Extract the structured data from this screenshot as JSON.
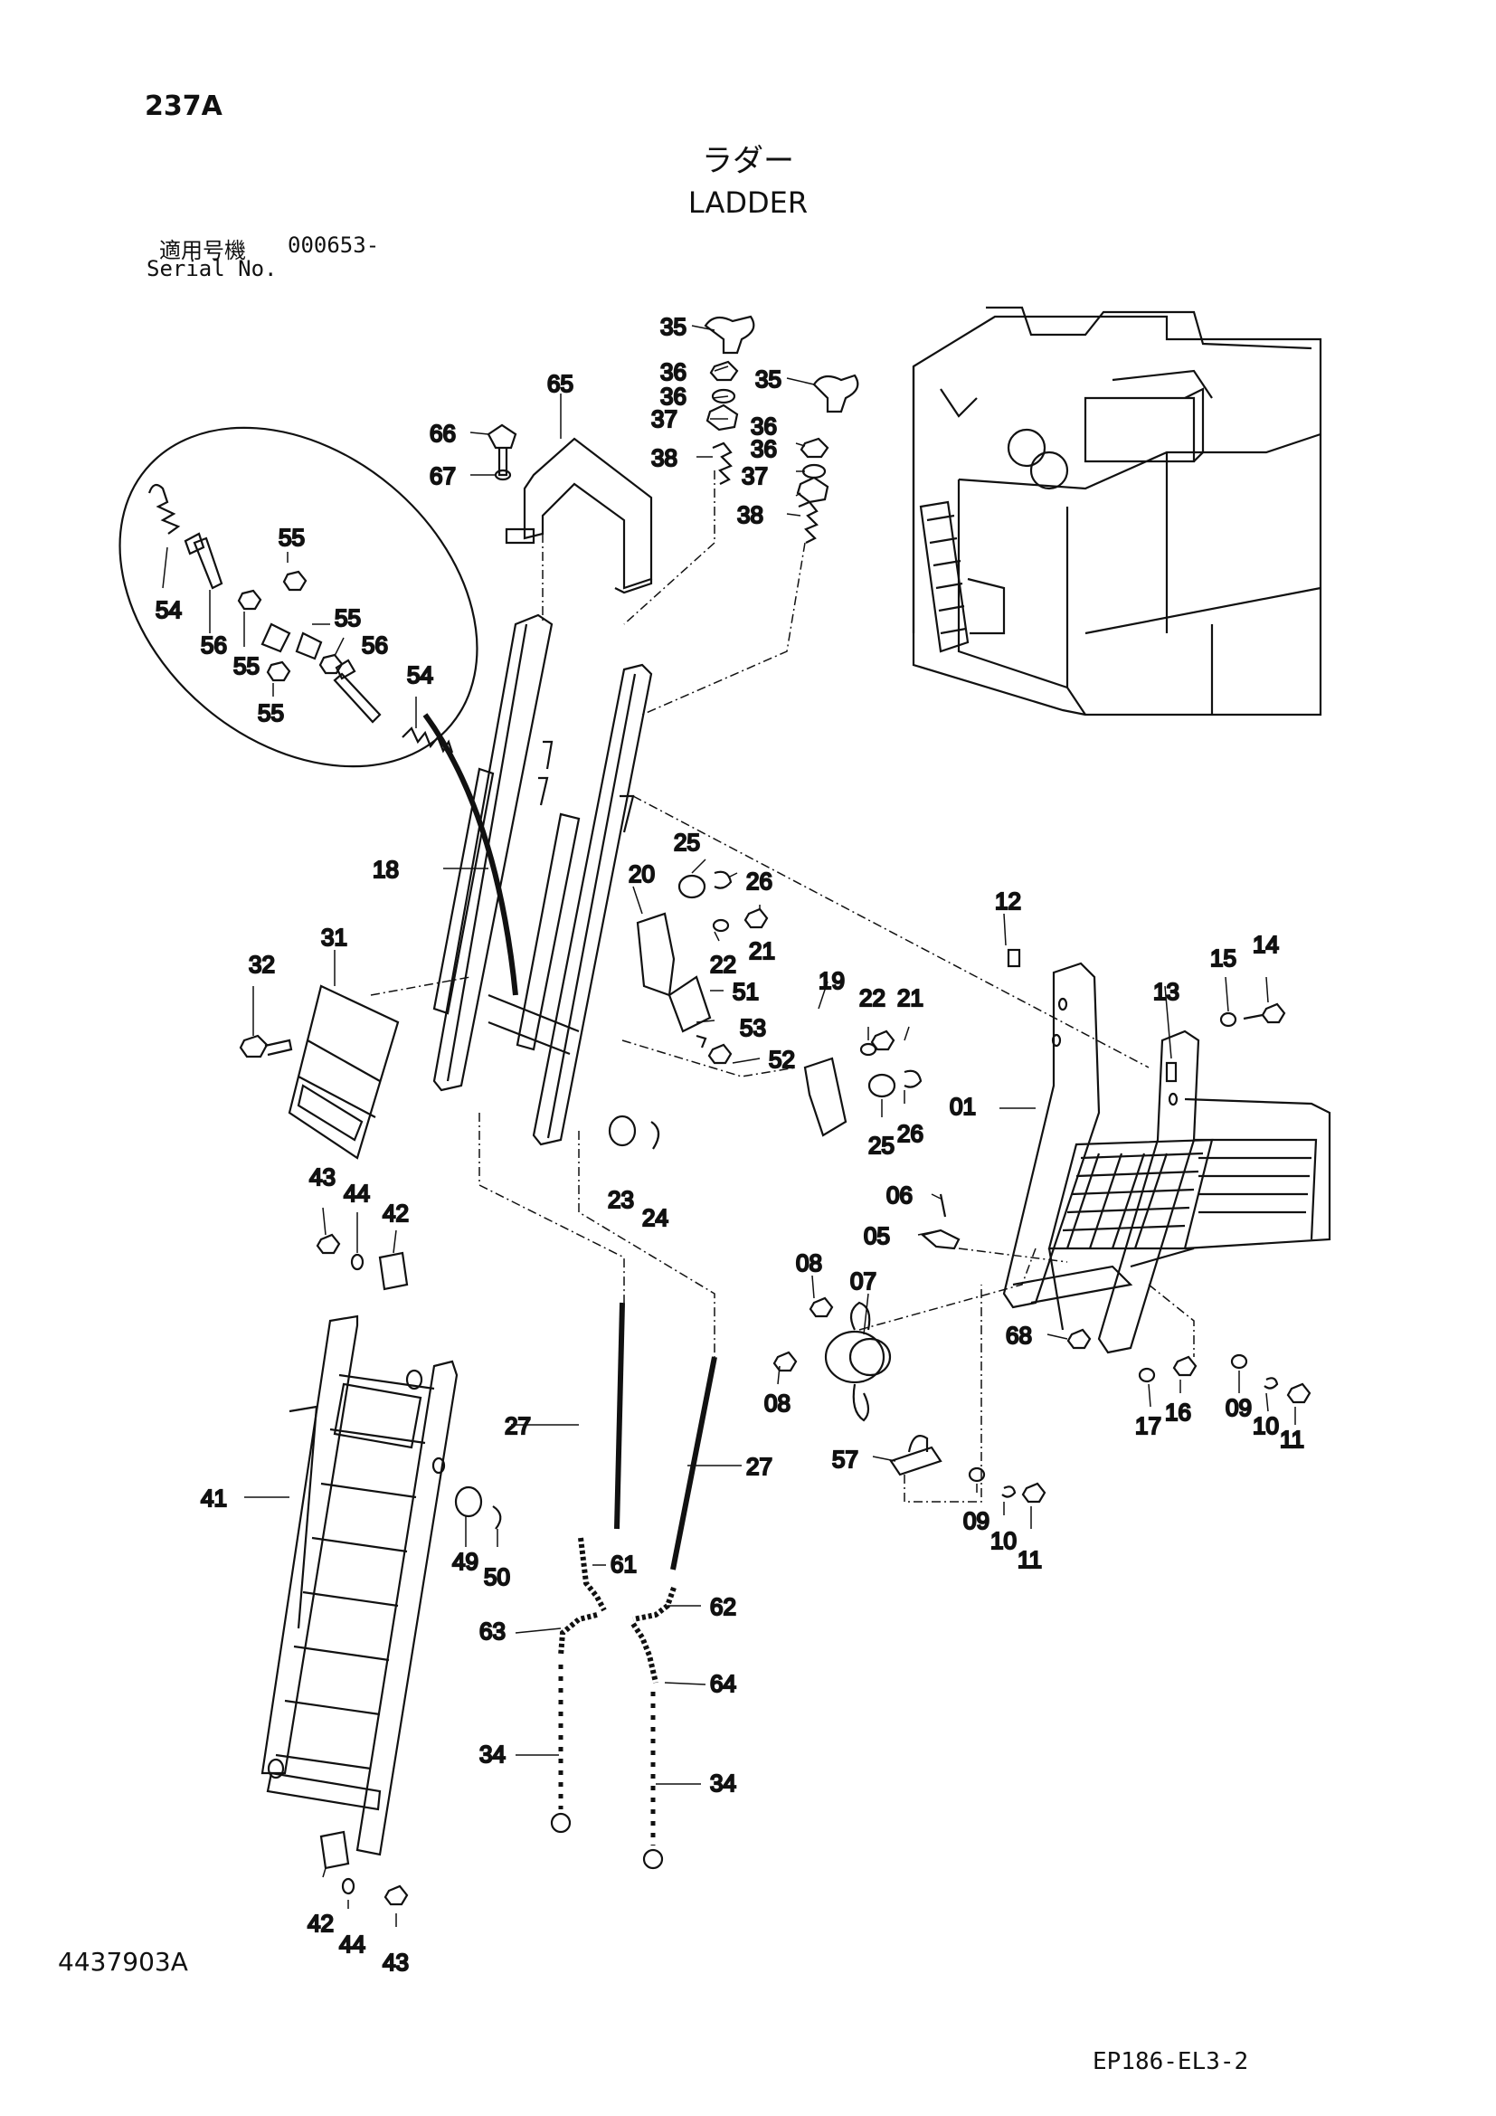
{
  "page_number": "237A",
  "title_jp": "ラダー",
  "title_en": "LADDER",
  "serial_label_jp": "適用号機",
  "serial_value": "000653-",
  "serial_label_en": "Serial No.",
  "drawing_number": "4437903A",
  "sheet_code": "EP186-EL3-2",
  "callouts": {
    "c01": "01",
    "c05": "05",
    "c06": "06",
    "c07": "07",
    "c08a": "08",
    "c08b": "08",
    "c09a": "09",
    "c09b": "09",
    "c10a": "10",
    "c10b": "10",
    "c11a": "11",
    "c11b": "11",
    "c12": "12",
    "c13": "13",
    "c14": "14",
    "c15": "15",
    "c16": "16",
    "c17": "17",
    "c18": "18",
    "c19": "19",
    "c20": "20",
    "c21a": "21",
    "c21b": "21",
    "c22a": "22",
    "c22b": "22",
    "c23": "23",
    "c24": "24",
    "c25a": "25",
    "c25b": "25",
    "c26a": "26",
    "c26b": "26",
    "c27a": "27",
    "c27b": "27",
    "c31": "31",
    "c32": "32",
    "c34a": "34",
    "c34b": "34",
    "c35a": "35",
    "c35b": "35",
    "c36a": "36",
    "c36b": "36",
    "c36c": "36",
    "c36d": "36",
    "c37a": "37",
    "c37b": "37",
    "c38a": "38",
    "c38b": "38",
    "c41": "41",
    "c42a": "42",
    "c42b": "42",
    "c43a": "43",
    "c43b": "43",
    "c44a": "44",
    "c44b": "44",
    "c49": "49",
    "c50": "50",
    "c51": "51",
    "c52": "52",
    "c53": "53",
    "c54a": "54",
    "c54b": "54",
    "c55a": "55",
    "c55b": "55",
    "c55c": "55",
    "c55d": "55",
    "c56a": "56",
    "c56b": "56",
    "c57": "57",
    "c61": "61",
    "c62": "62",
    "c63": "63",
    "c64": "64",
    "c65": "65",
    "c66": "66",
    "c67": "67",
    "c68": "68"
  }
}
